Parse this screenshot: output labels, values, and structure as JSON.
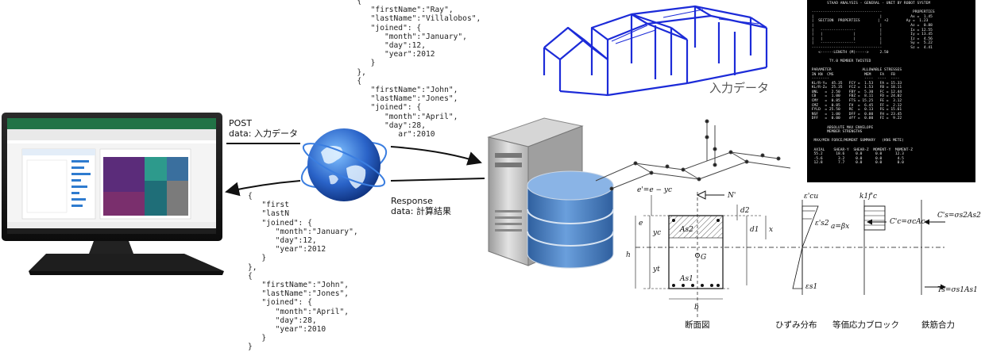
{
  "json_top": "   {\n      \"firstName\":\"Ray\",\n      \"lastName\":\"Villalobos\",\n      \"joined\": {\n         \"month\":\"January\",\n         \"day\":12,\n         \"year\":2012\n      }\n   },\n   {\n      \"firstName\":\"John\",\n      \"lastName\":\"Jones\",\n      \"joined\": {\n         \"month\":\"April\",\n         \"day\":28,\n            ar\":2010",
  "json_bottom": "{\n   \"first\n   \"lastN\n   \"joined\": {\n      \"month\":\"January\",\n      \"day\":12,\n      \"year\":2012\n   }\n},\n{\n   \"firstName\":\"John\",\n   \"lastName\":\"Jones\",\n   \"joined\": {\n      \"month\":\"April\",\n      \"day\":28,\n      \"year\":2010\n   }\n}",
  "post_label": "POST\ndata: 入力データ",
  "response_label": "Response\ndata: 計算結果",
  "input_data_caption": "入力データ",
  "terminal_text": "        STAAD ANALYSIS - GENERAL - UNIT BY ROBOT SYSTEM\n\n --------------------------------              PROPERTIES\n |                              |             Ax =  1.45\n |  SECTION  PROPERTIES        |  +2        Ay =  1.23\n |                              |             Az =  0.88\n |   ----------------           |             Ix = 12.55\n |   |              |           |             Iy = 13.45\n |   |              |           |             Iz =  4.56\n |   ----------------           |             Sy =  5.22\n --------------------------------             Sz =  4.41\n    <------LENGTH (M)----->     2.50\n\n         TY.0 MEMBER TWISTED\n\n PARAMETER              ALLOWABLE STRESSES\n IN KN  CMS              MEM    FA   FB\n --------                ----  ----  ----\n KL/R-Y=  45.35   FCY =  1.53   FA = 15.33\n KL/R-Z=  25.35   FCZ =  1.53   FB = 18.11\n UNL   =  2.50    FBY =  5.30   FC = 12.44\n CB    =  1.00    FBZ =  8.11   FD = 24.02\n CMY   =  0.85    FTS = 15.25   FE =  3.12\n CMZ   =  0.85    FV  =  6.45   FF =  2.12\n FYLD  = 25.50    RC  =  0.13   FG = 15.61\n NSF   =  1.00    DFF =  0.00   FH = 23.45\n DFF   =  0.00    dff =  0.00   FI =  9.22\n\n        ABSOLUTE MAX ENVELOPE\n        MEMBER STRENGTHS\n\n  MAX/MIN FORCE/MOMENT SUMMARY   (KNS METE)\n\n  AXIAL    SHEAR-Y  SHEAR-Z  MOMENT-Y  MOMENT-Z\n  55.2      18.6     0.0      0.0      12.3\n  -5.6       3.2     0.0      0.0       4.5\n  12.8       7.7     0.0      0.0       0.0",
  "diagram": {
    "captions": {
      "section": "断面図",
      "strain": "ひずみ分布",
      "stress_block": "等価応力ブロック",
      "rebar_force": "鉄筋合力"
    },
    "labels": {
      "e_prime": "e'=e − yc",
      "N_prime": "N'",
      "d2": "d2",
      "d1": "d1",
      "e": "e",
      "yc": "yc",
      "yt": "yt",
      "h": "h",
      "b": "b",
      "As2": "As2",
      "As1": "As1",
      "G": "G",
      "x": "x",
      "eps_cu": "ε'cu",
      "eps_s2": "ε's2",
      "eps_s1": "εs1",
      "k1fc": "k1f'c",
      "a_beta": "a=βx",
      "Cc": "C'c=σcAc",
      "Cs": "C's=σs2As2",
      "Ts": "Ts=σs1As1"
    }
  },
  "colors": {
    "frame_blue": "#1c2bd8",
    "globe_blue": "#2a63c8",
    "server_gray": "#b8b8b8",
    "db_blue": "#4a7fc0",
    "terminal_bg": "#000000",
    "treemap_purple": "#5b2c7a",
    "treemap_teal": "#2d9a8c",
    "excel_green": "#217346"
  },
  "icons": [
    "monitor-icon",
    "globe-icon",
    "server-icon",
    "database-icon"
  ]
}
